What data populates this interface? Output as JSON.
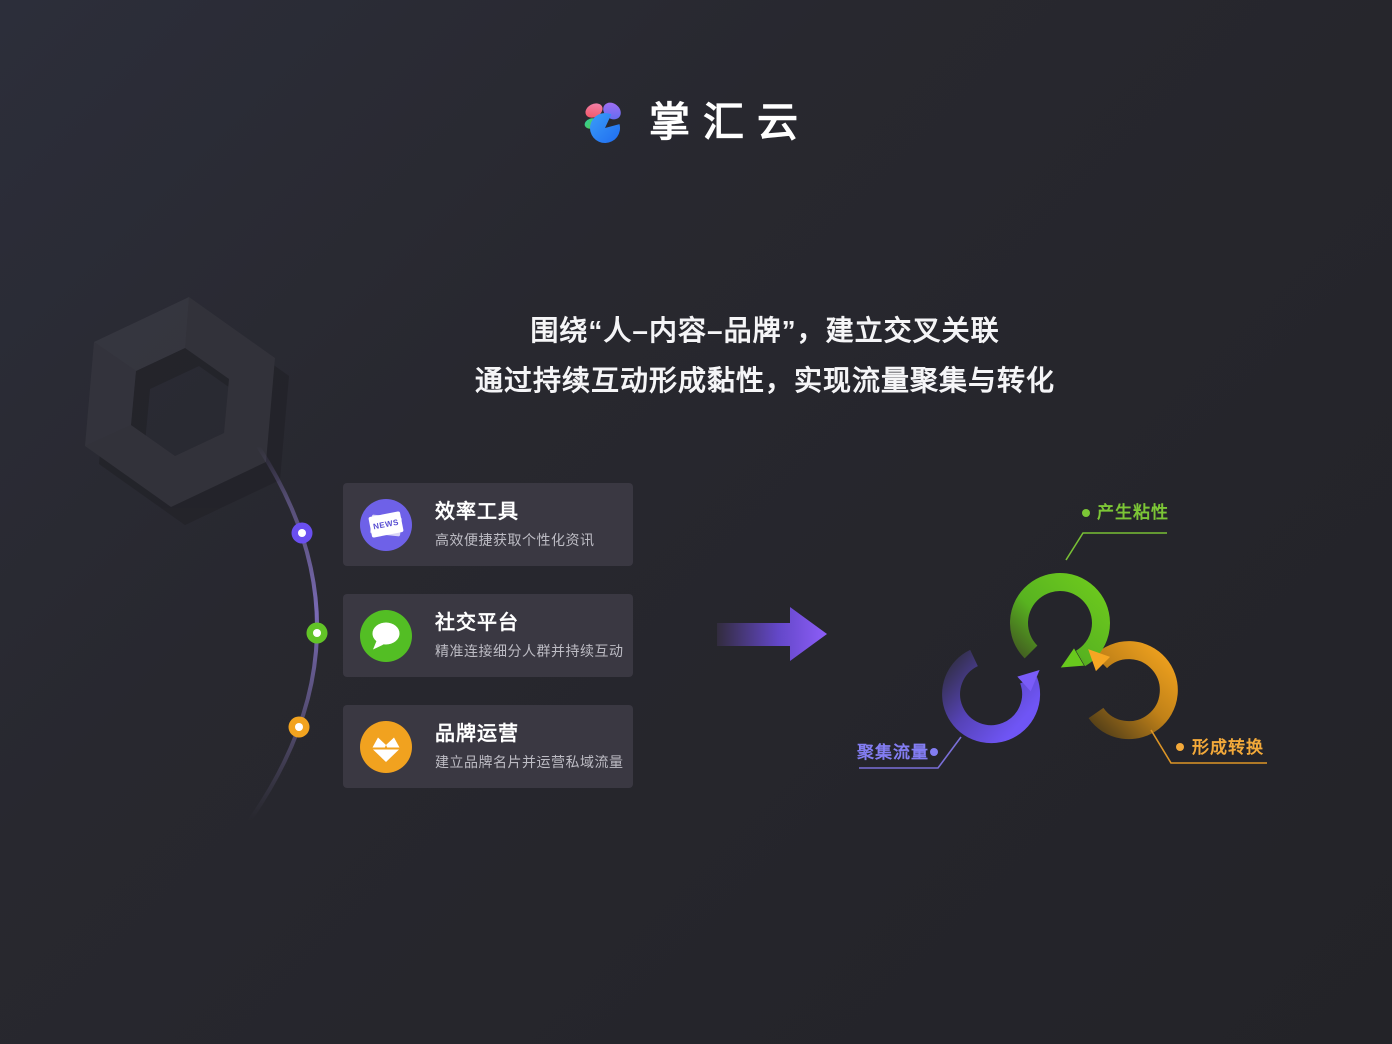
{
  "page": {
    "logo_text": "掌汇云"
  },
  "headline": {
    "line1": "围绕“人–内容–品牌”，建立交叉关联",
    "line2": "通过持续互动形成黏性，实现流量聚集与转化"
  },
  "cards": [
    {
      "title": "效率工具",
      "desc": "高效便捷获取个性化资讯",
      "icon": "news-icon",
      "icon_label": "NEWS",
      "accent": "#6E61E8"
    },
    {
      "title": "社交平台",
      "desc": "精准连接细分人群并持续互动",
      "icon": "chat-icon",
      "accent": "#53BE24"
    },
    {
      "title": "品牌运营",
      "desc": "建立品牌名片并运营私域流量",
      "icon": "diamond-icon",
      "accent": "#F1A21F"
    }
  ],
  "cycle": {
    "labels": {
      "sticky": {
        "text": "产生粘性",
        "color": "#7CC636"
      },
      "gather": {
        "text": "聚集流量",
        "color": "#837DF2"
      },
      "convert": {
        "text": "形成转换",
        "color": "#F3A93A"
      }
    },
    "rings": [
      {
        "name": "green-ring",
        "color": "#6DC91E"
      },
      {
        "name": "purple-ring",
        "color": "#6F55F5"
      },
      {
        "name": "orange-ring",
        "color": "#F3A41F"
      }
    ]
  },
  "colors": {
    "background": "#26262C",
    "card_background": "#3A3842",
    "text_primary": "#F5F5F7",
    "text_secondary": "#BDBCC4",
    "flow_arrow": "#8E5EF9"
  }
}
